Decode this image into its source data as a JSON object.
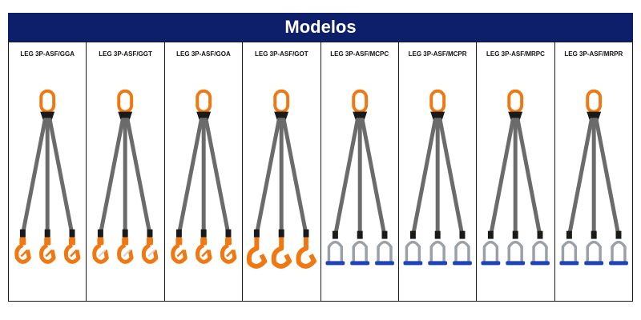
{
  "header": {
    "title": "Modelos"
  },
  "models": [
    {
      "label": "LEG 3P-ASF/GGA",
      "hook": "gga"
    },
    {
      "label": "LEG 3P-ASF/GGT",
      "hook": "ggt"
    },
    {
      "label": "LEG 3P-ASF/GOA",
      "hook": "goa"
    },
    {
      "label": "LEG 3P-ASF/GOT",
      "hook": "got"
    },
    {
      "label": "LEG 3P-ASF/MCPC",
      "hook": "shackle"
    },
    {
      "label": "LEG 3P-ASF/MCPR",
      "hook": "shackle"
    },
    {
      "label": "LEG 3P-ASF/MRPC",
      "hook": "shackle"
    },
    {
      "label": "LEG 3P-ASF/MRPR",
      "hook": "shackle"
    }
  ],
  "colors": {
    "header_bg": "#0d1e6b",
    "orange": "#f07812",
    "strap": "#6b6b6b",
    "shackle_body": "#9aa0a8",
    "shackle_pin": "#1f44b8"
  }
}
